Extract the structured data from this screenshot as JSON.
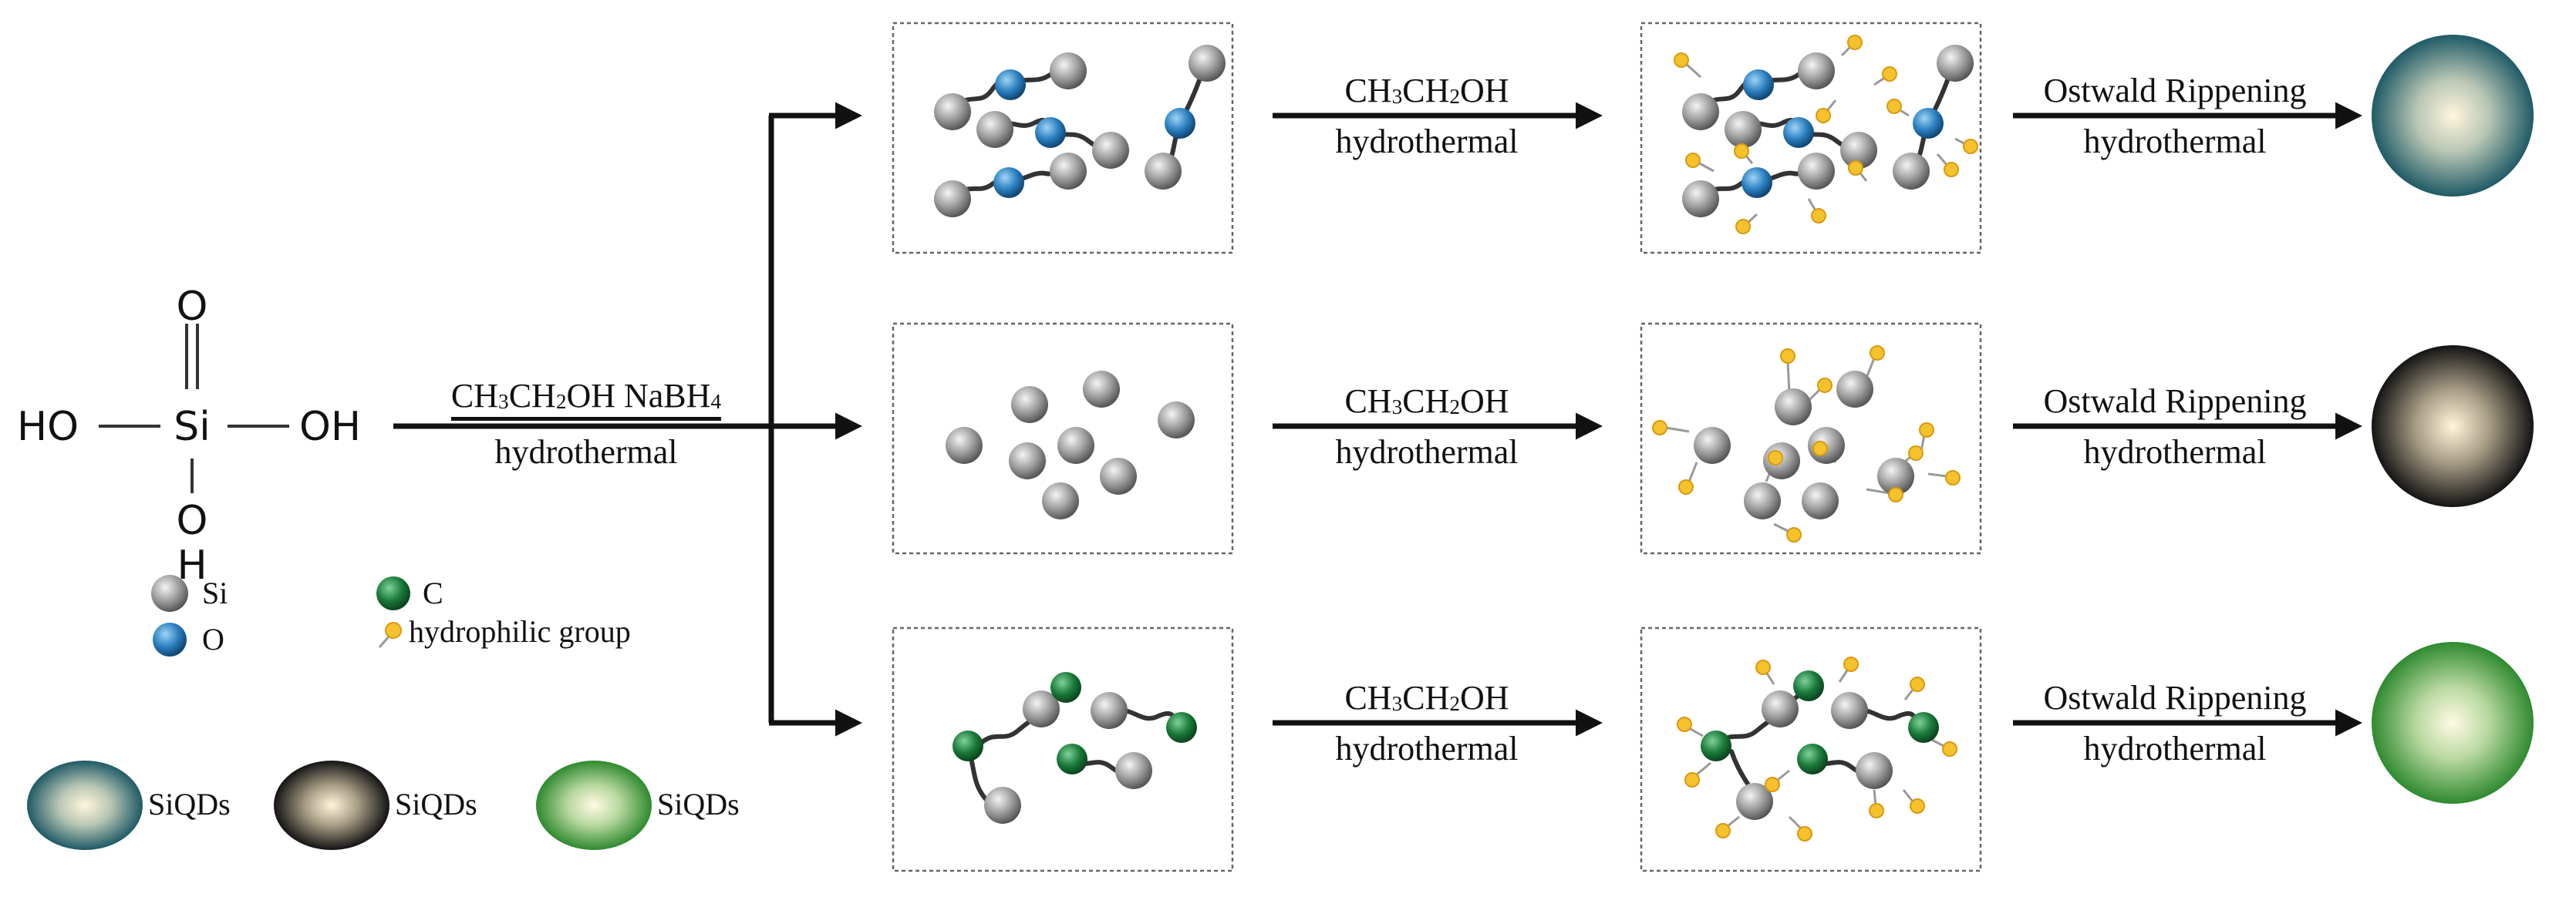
{
  "molecule": {
    "atom_O_top": "O",
    "double_bond": "=",
    "atom_Si": "Si",
    "group_left": "HO",
    "group_right": "OH",
    "atom_O_bottom": "O",
    "atom_H_bottom": "H"
  },
  "legend": {
    "si": "Si",
    "o": "O",
    "c": "C",
    "hydrophilic": "hydrophilic group",
    "products": [
      "SiQDs",
      "SiQDs",
      "SiQDs"
    ]
  },
  "main_step": {
    "reagents": "CH3CH2OH NaBH4",
    "condition": "hydrothermal"
  },
  "rows": [
    {
      "step2_reagent": "CH3CH2OH",
      "step2_condition": "hydrothermal",
      "step3_process": "Ostwald Rippening",
      "step3_condition": "hydrothermal"
    },
    {
      "step2_reagent": "CH3CH2OH",
      "step2_condition": "hydrothermal",
      "step3_process": "Ostwald Rippening",
      "step3_condition": "hydrothermal"
    },
    {
      "step2_reagent": "CH3CH2OH",
      "step2_condition": "hydrothermal",
      "step3_process": "Ostwald Rippening",
      "step3_condition": "hydrothermal"
    }
  ],
  "colors": {
    "si_atom": "#9a9a9a",
    "o_atom": "#2a7fc0",
    "c_atom": "#1a7a3a",
    "hydrophilic": "#f5c22e",
    "sphere_teal_edge": "#1f5a66",
    "sphere_dark_edge": "#1a1a1a",
    "sphere_green_edge": "#2f8a2f",
    "sphere_core": "#fff6dc"
  }
}
